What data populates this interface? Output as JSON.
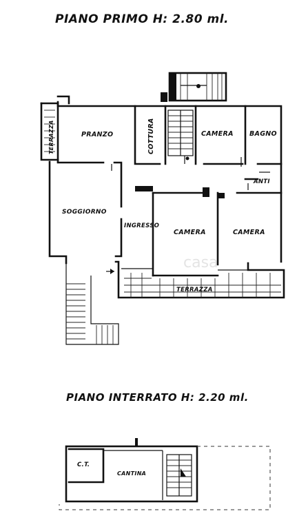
{
  "titles": {
    "first_floor": "PIANO PRIMO   H: 2.80 ml.",
    "basement": "PIANO INTERRATO  H: 2.20 ml."
  },
  "rooms": {
    "terrazza_left": "TERRAZZA",
    "pranzo": "PRANZO",
    "cottura": "COTTURA",
    "camera_top": "CAMERA",
    "bagno": "BAGNO",
    "anti": "ANTI",
    "soggiorno": "SOGGIORNO",
    "ingresso": "INGRESSO",
    "camera_mid": "CAMERA",
    "camera_right": "CAMERA",
    "terrazza_bottom": "TERRAZZA",
    "ct": "C.T.",
    "cantina": "CANTINA"
  },
  "watermark": "casa"
}
